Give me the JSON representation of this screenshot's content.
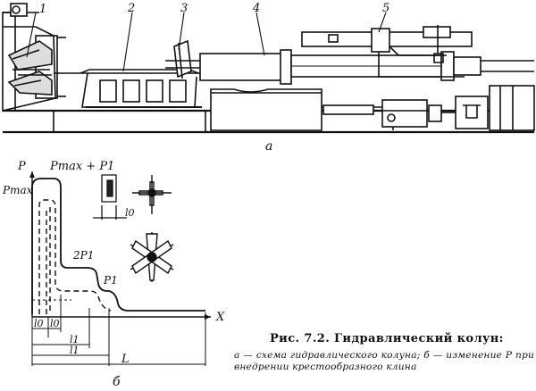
{
  "figure": {
    "part_labels": [
      "1",
      "2",
      "3",
      "4",
      "5"
    ],
    "panel_a_label": "а",
    "panel_b_label": "б"
  },
  "graph": {
    "y_axis": "P",
    "x_axis": "X",
    "p_max": "Pmax",
    "p_max_plus_p1": "Pmax + P1",
    "two_p1": "2P1",
    "p1": "P1",
    "l0": "l0",
    "l1": "l1",
    "L": "L",
    "wedge_l0": "l0"
  },
  "caption": {
    "title": "Рис. 7.2. Гидравлический колун:",
    "description": "а — схема гидравлического колуна; б — изменение P при внедрении крестообразного клина"
  }
}
